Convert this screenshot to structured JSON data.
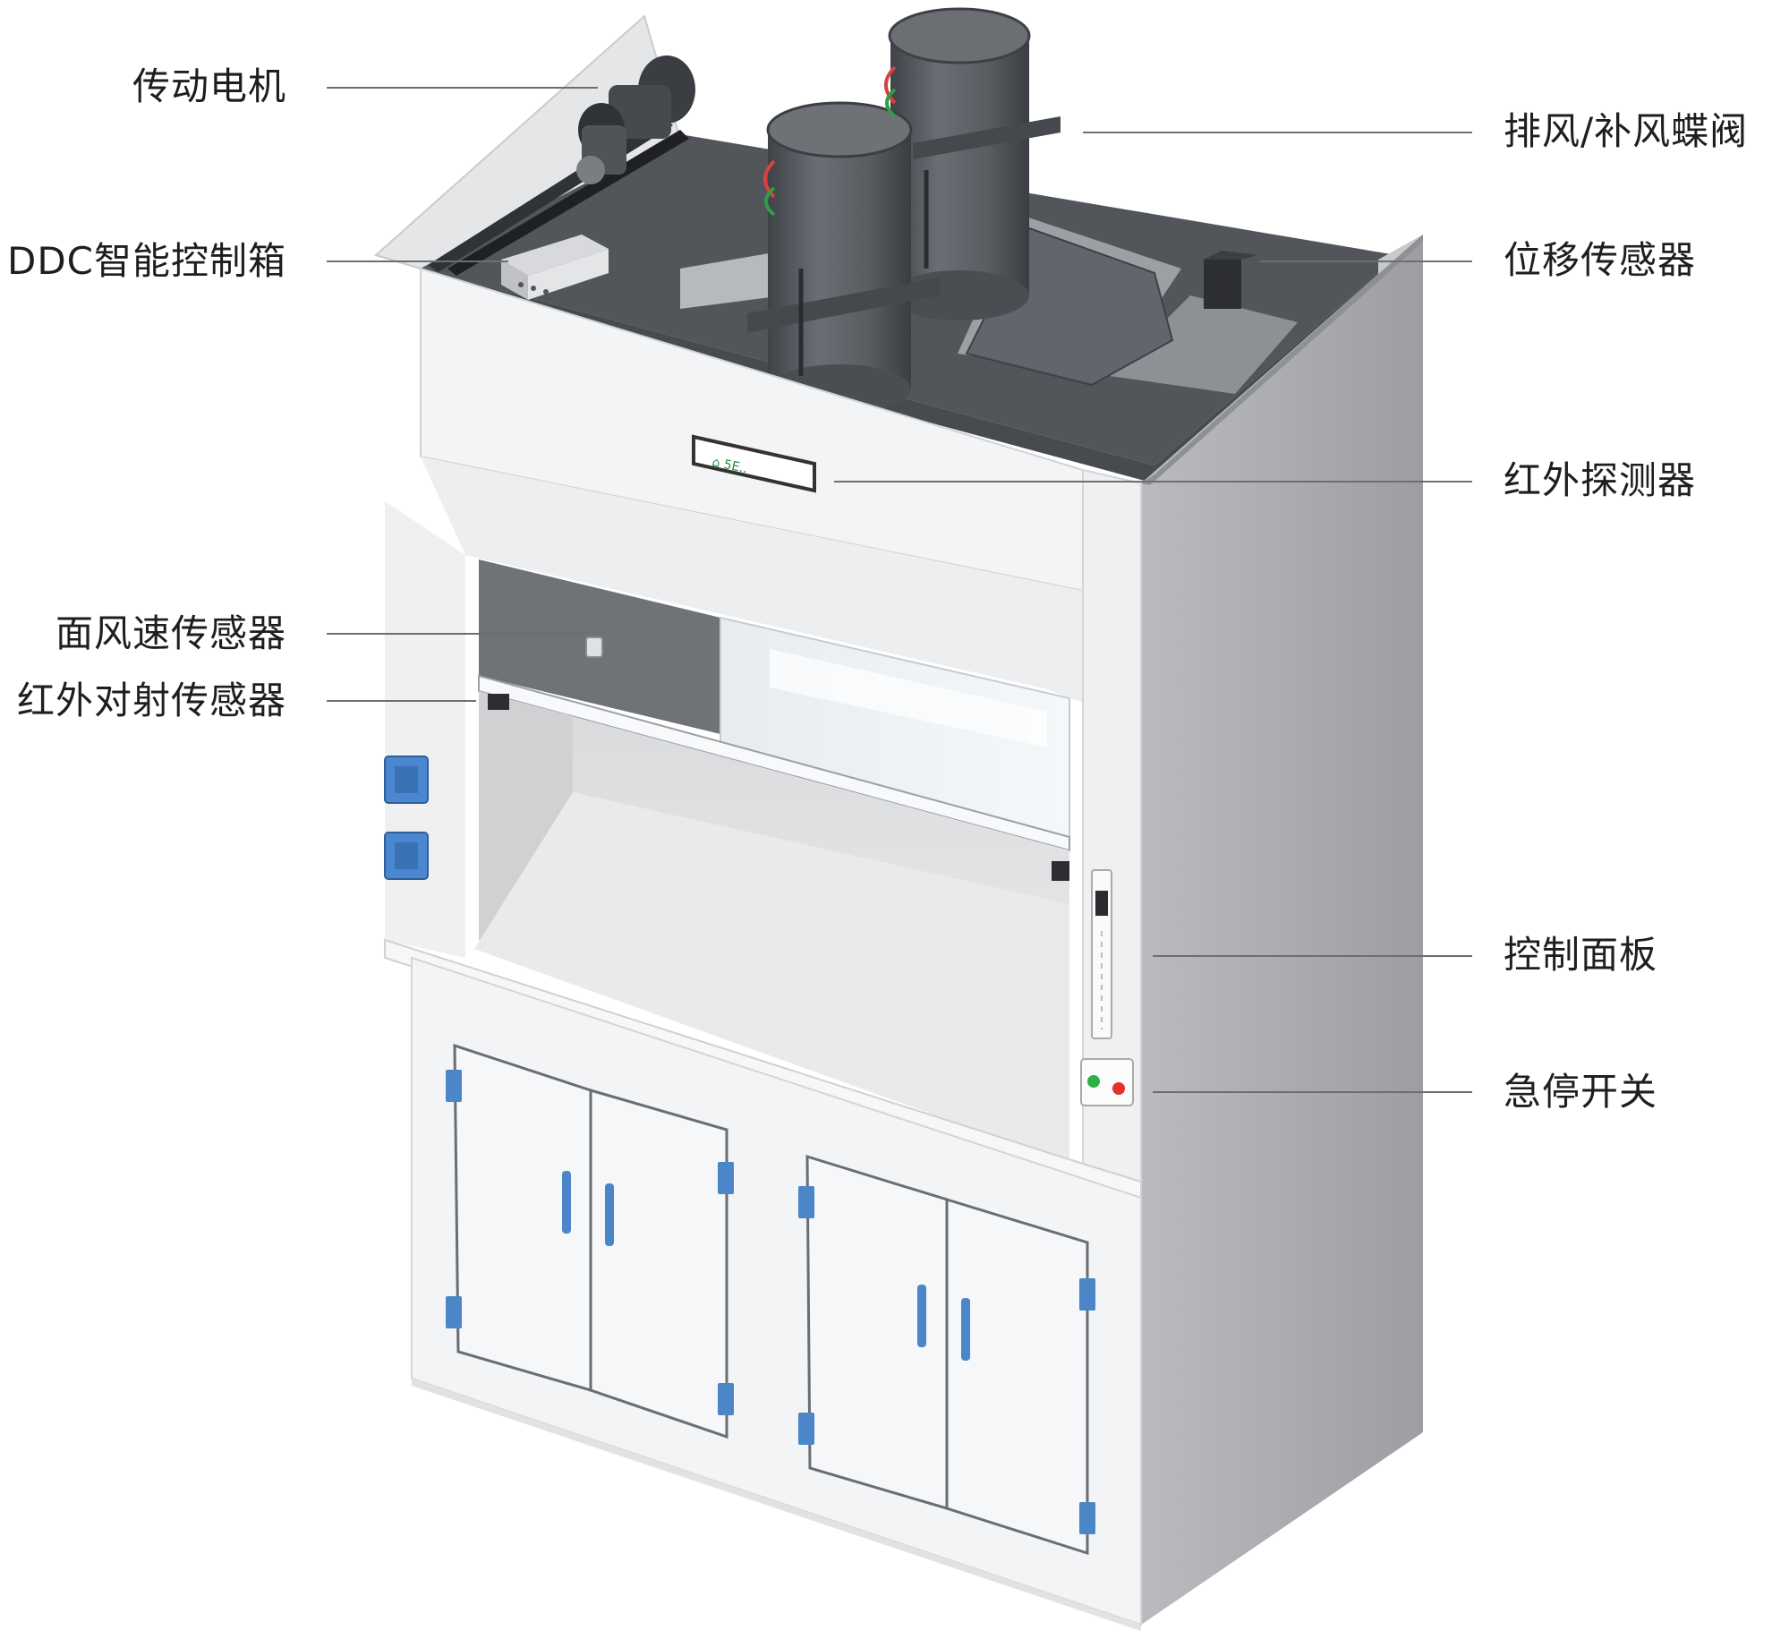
{
  "labels": {
    "motor": "传动电机",
    "ddc_box": "DDC智能控制箱",
    "face_velocity_sensor": "面风速传感器",
    "ir_beam_sensor": "红外对射传感器",
    "damper": "排风/补风蝶阀",
    "displacement_sensor": "位移传感器",
    "ir_detector": "红外探测器",
    "control_panel": "控制面板",
    "emergency_stop": "急停开关"
  },
  "display_badge": "⌂ 5E..",
  "colors": {
    "cabinet_white": "#f1f2f4",
    "cabinet_side": "#a9abae",
    "duct_gray": "#5d6066",
    "top_plate": "#55585d",
    "hinge_blue": "#4a86c8",
    "socket_blue": "#4b87cf",
    "status_green": "#2fae4a",
    "status_red": "#e53030"
  }
}
